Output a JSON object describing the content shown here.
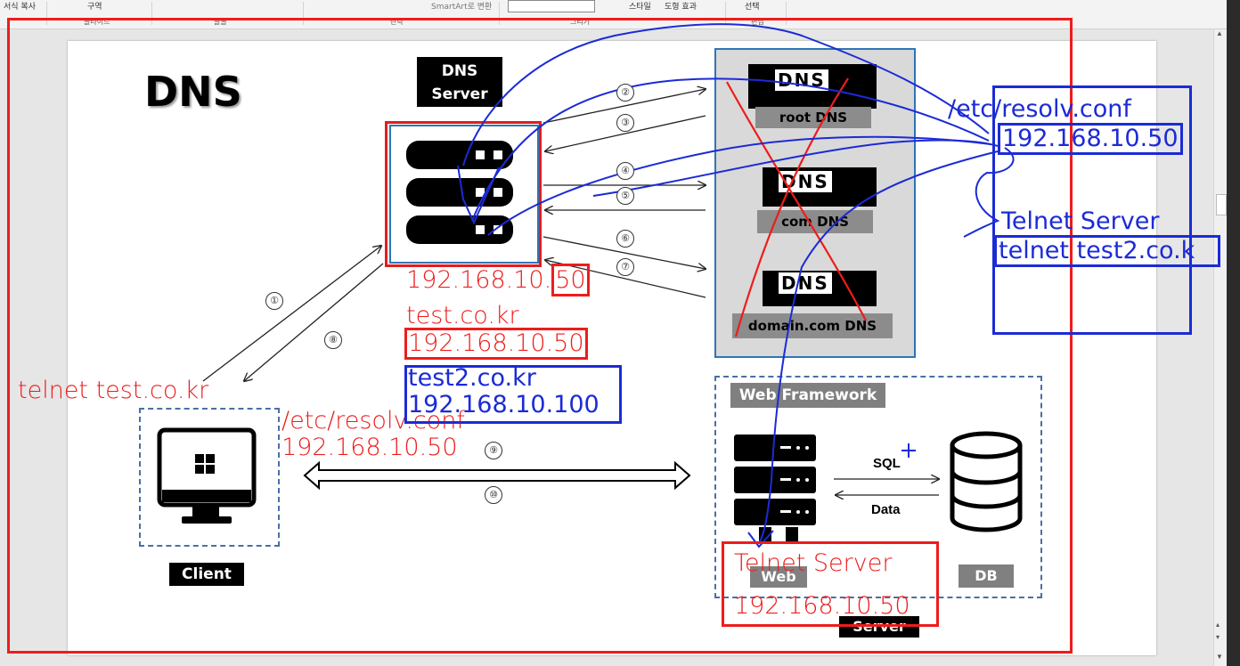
{
  "ribbon": {
    "format_copy": "서식 복사",
    "section": "구역",
    "smartart": "SmartArt로 변환",
    "style": "스타일",
    "shape_effect": "도형 효과",
    "select": "선택",
    "group_slide": "슬라이드",
    "group_font": "글꼴",
    "group_paragraph": "단락",
    "group_drawing": "그리기",
    "group_edit": "편집"
  },
  "slide": {
    "title": "DNS",
    "dns_server_label": "DNS\nServer",
    "client_label": "Client",
    "root_dns": "root DNS",
    "com_dns": "com DNS",
    "domain_dns": "domain.com DNS",
    "dns_word": "DNS",
    "web_framework": "Web Framework",
    "web_label": "Web",
    "db_label": "DB",
    "server_label": "Server",
    "sql_label": "SQL",
    "data_label": "Data",
    "steps": [
      "①",
      "②",
      "③",
      "④",
      "⑤",
      "⑥",
      "⑦",
      "⑧",
      "⑨",
      "⑩"
    ]
  },
  "annotations": {
    "telnet_test": "telnet test.co.kr",
    "resolv_conf_red": "/etc/resolv.conf",
    "ip_50_red": "192.168.10.50",
    "dns_ip_prefix": "192.168.10.",
    "dns_ip_suffix": "50",
    "test_co_kr": "test.co.kr",
    "test_ip": "192.168.10.50",
    "test2_co_kr": "test2.co.kr",
    "test2_ip": "192.168.10.100",
    "telnet_server_red": "Telnet Server",
    "telnet_server_ip": "192.168.10.50",
    "resolv_conf_blue": "/etc/resolv.conf",
    "resolv_ip_blue": "192.168.10.50",
    "telnet_server_blue": "Telnet Server",
    "telnet_test2": "telnet test2.co.k"
  },
  "colors": {
    "red_ink": "#ee1c1c",
    "blue_ink": "#1b2bd6",
    "frame_blue": "#2e75b6",
    "dashed_blue": "#4a6fa5"
  }
}
